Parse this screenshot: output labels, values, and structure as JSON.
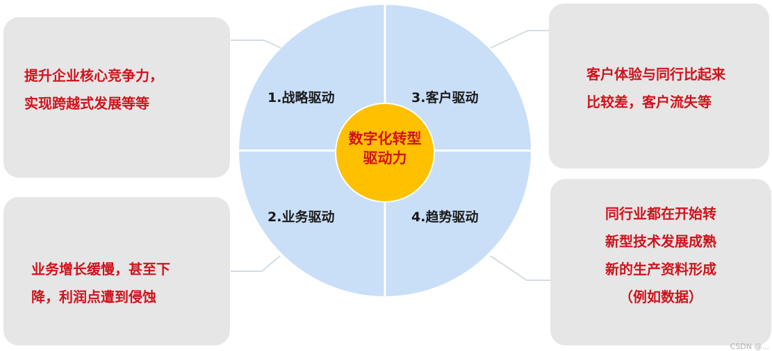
{
  "diagram": {
    "core": {
      "lines": [
        "数字化转型",
        "驱动力"
      ],
      "fill": "#ffc000"
    },
    "ring_fill": "#c9dff8",
    "quadrants": [
      {
        "id": "q1",
        "label": "1.战略驱动",
        "position": "top-left"
      },
      {
        "id": "q2",
        "label": "2.业务驱动",
        "position": "bottom-left"
      },
      {
        "id": "q3",
        "label": "3.客户驱动",
        "position": "top-right"
      },
      {
        "id": "q4",
        "label": "4.趋势驱动",
        "position": "bottom-right"
      }
    ],
    "callouts": [
      {
        "quadrant": "q1",
        "lines": [
          "提升企业核心竞争力，",
          "实现跨越式发展等等"
        ]
      },
      {
        "quadrant": "q2",
        "lines": [
          "业务增长缓慢，甚至下",
          "降，利润点遭到侵蚀"
        ]
      },
      {
        "quadrant": "q3",
        "lines": [
          "客户体验与同行比起来",
          "比较差，客户流失等"
        ]
      },
      {
        "quadrant": "q4",
        "lines": [
          "同行业都在开始转",
          "新型技术发展成熟",
          "新的生产资料形成",
          "（例如数据）"
        ]
      }
    ],
    "text_color": "#d0121b",
    "box_fill": "#e6e6e6"
  },
  "watermark": "CSDN @..."
}
